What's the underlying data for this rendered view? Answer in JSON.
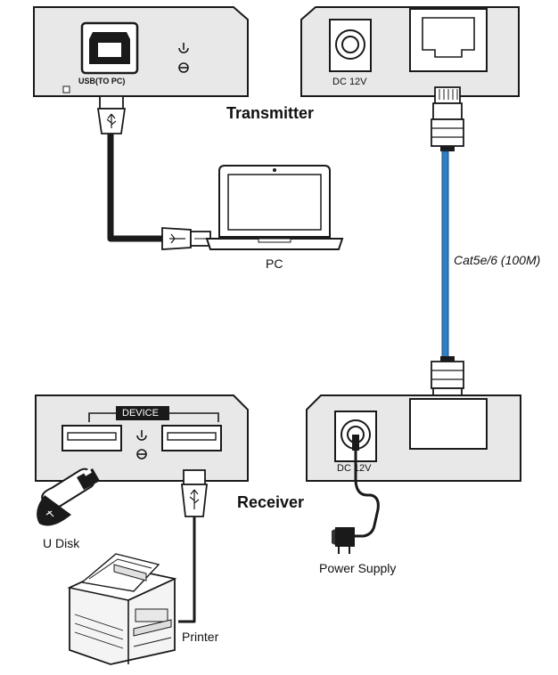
{
  "labels": {
    "transmitter": "Transmitter",
    "receiver": "Receiver",
    "usb_to_pc": "USB(TO PC)",
    "dc_12v_tx": "DC 12V",
    "dc_12v_rx": "DC 12V",
    "device": "DEVICE",
    "pc": "PC",
    "cable": "Cat5e/6 (100M)",
    "u_disk": "U Disk",
    "printer": "Printer",
    "power_supply": "Power Supply"
  },
  "colors": {
    "outline": "#1a1a1a",
    "panel": "#e6e6e6",
    "cable_blue": "#2f7fc4",
    "cable_dark": "#1a1a1a"
  }
}
